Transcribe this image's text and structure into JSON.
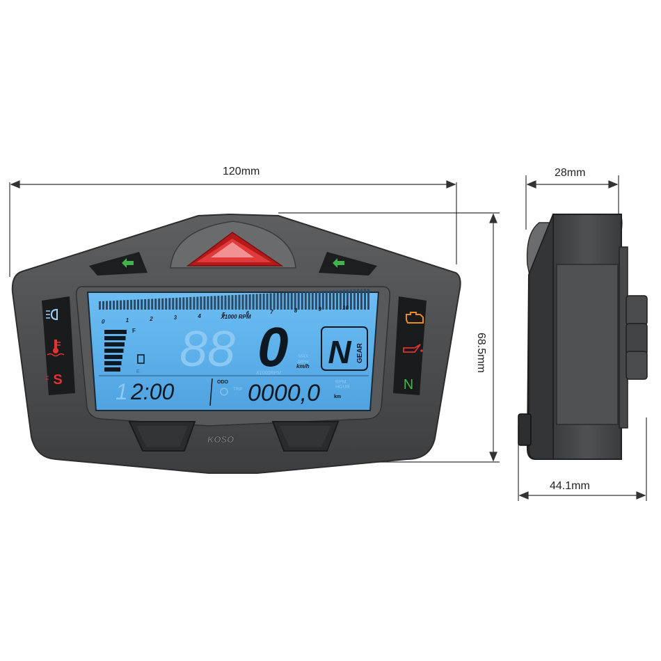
{
  "dimensions": {
    "width": "120mm",
    "height": "68.5mm",
    "depth_top": "28mm",
    "depth_bottom": "44.1mm"
  },
  "lcd": {
    "rpm_scale": [
      "0",
      "1",
      "2",
      "3",
      "4",
      "5",
      "6",
      "7",
      "8",
      "9",
      "10"
    ],
    "rpm_unit": "X1000 RPM",
    "speed_ghost": "88",
    "speed": "0",
    "speed_unit": "km/h",
    "max_label": "MAX",
    "mph_label": "MPH",
    "rpm_small": "X1000RPM",
    "gear": "N",
    "gear_label": "GEAR",
    "fuel_f": "F",
    "fuel_e": "E",
    "clock_ghost": "1",
    "clock": "2:00",
    "odo_label": "ODO",
    "trip_label": "TRIP",
    "odometer": "0000,0",
    "odo_unit": "km",
    "rpm_hour": "RPM",
    "hour_label": "HOUR"
  },
  "indicators": {
    "left": [
      "headlight-icon",
      "coolant-temp-icon",
      "s-mode-icon"
    ],
    "right": [
      "check-engine-icon",
      "oil-pressure-icon",
      "neutral-icon"
    ],
    "s_text": "S",
    "n_text": "N"
  },
  "brand": "KOSO",
  "colors": {
    "lcd": "#5fb2ec",
    "body": "#4a4b4d",
    "bezel": "#5d5e60",
    "warning_red": "#e23232",
    "arrow_green": "#3fb54a",
    "amber": "#f08a1e"
  }
}
